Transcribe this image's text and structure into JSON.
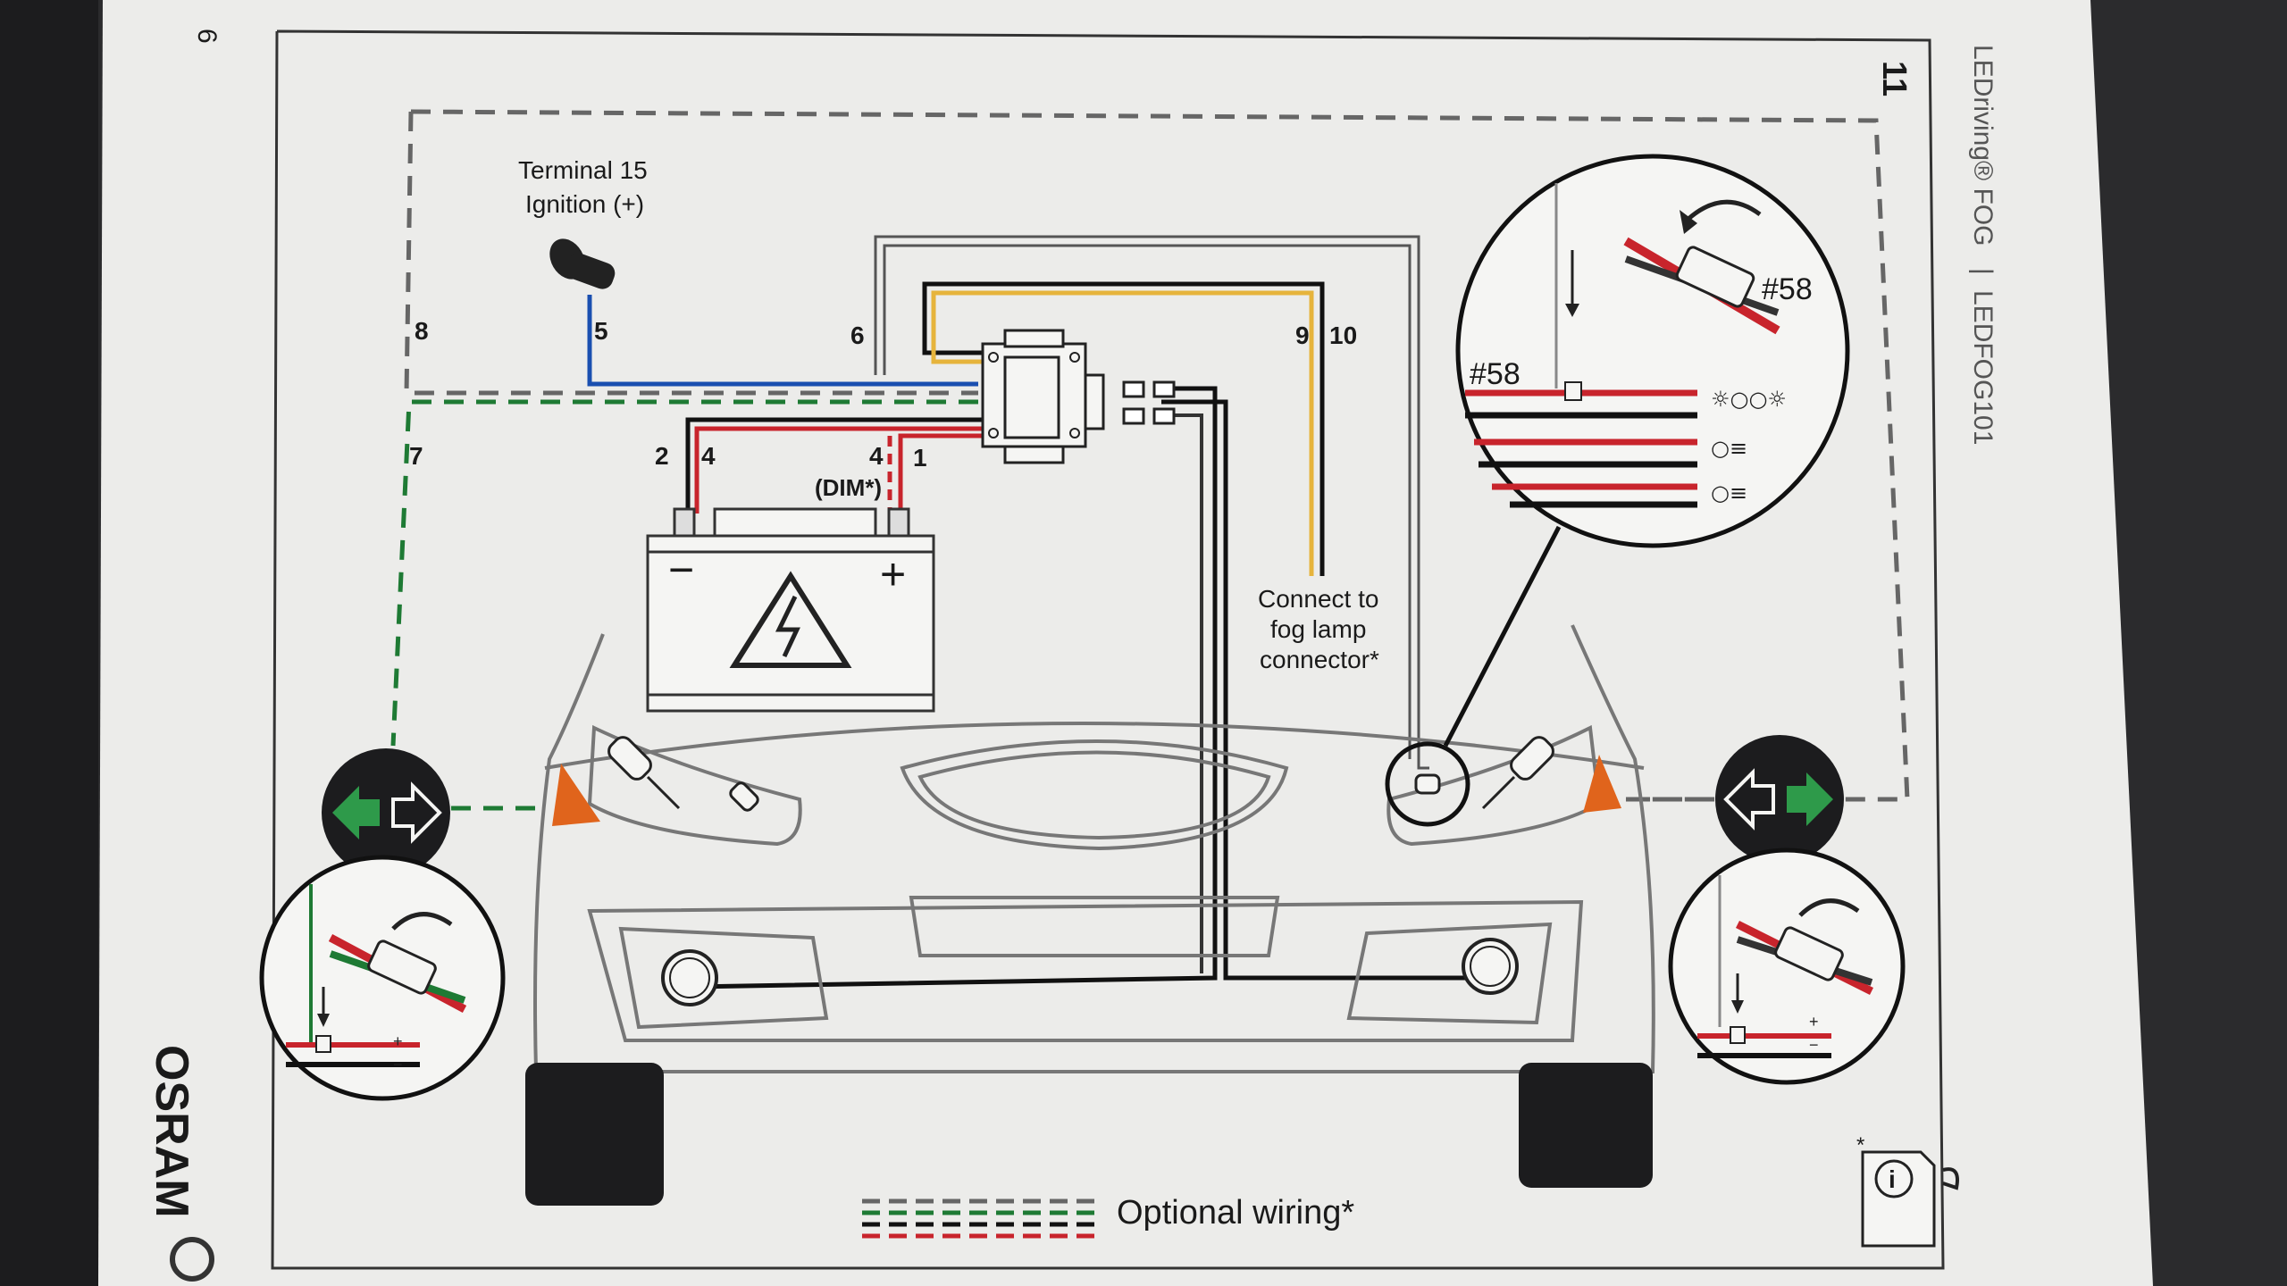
{
  "labels": {
    "terminal_15": "Terminal 15",
    "ignition": "Ignition (+)",
    "wire_1": "1",
    "wire_2": "2",
    "wire_4a": "4",
    "wire_4b": "4",
    "wire_5": "5",
    "wire_6": "6",
    "wire_7": "7",
    "wire_8": "8",
    "wire_9": "9",
    "wire_10": "10",
    "dim": "(DIM*)",
    "connect_1": "Connect to",
    "connect_2": "fog lamp",
    "connect_3": "connector*",
    "tap_58_top": "#58",
    "tap_58_left": "#58",
    "battery_minus": "−",
    "battery_plus": "+",
    "legend": "Optional wiring*",
    "asterisk": "*",
    "info": "i"
  },
  "page": {
    "left_number": "6",
    "right_number": "11",
    "brand": "OSRAM",
    "product": "LEDriving® FOG",
    "divider": "|",
    "model": "LEDFOG101"
  },
  "colors": {
    "paper": "#ececea",
    "red_wire": "#c8242c",
    "blue_wire": "#1a4fb0",
    "green_wire": "#1e7a34",
    "yellow_wire": "#e6b43c",
    "turn_light": "#e0641c"
  }
}
